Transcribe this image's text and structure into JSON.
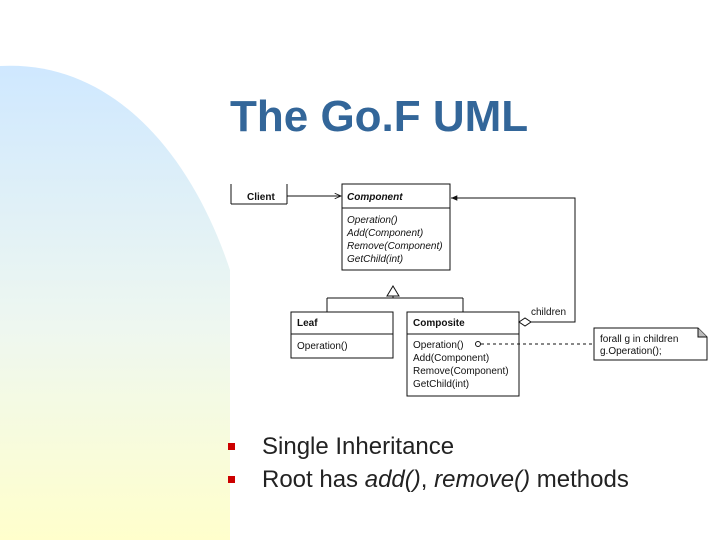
{
  "slide": {
    "title": "The Go.F UML"
  },
  "uml": {
    "client": {
      "name": "Client"
    },
    "component": {
      "name": "Component",
      "operations": [
        "Operation()",
        "Add(Component)",
        "Remove(Component)",
        "GetChild(int)"
      ]
    },
    "leaf": {
      "name": "Leaf",
      "operations": [
        "Operation()"
      ]
    },
    "composite": {
      "name": "Composite",
      "operations": [
        "Operation()",
        "Add(Component)",
        "Remove(Component)",
        "GetChild(int)"
      ]
    },
    "children_role": "children",
    "note": [
      "forall g in children",
      "g.Operation();"
    ]
  },
  "bullets": {
    "item1": "Single Inheritance",
    "item2_prefix": "Root has ",
    "item2_add": "add()",
    "item2_sep": ", ",
    "item2_remove": "remove()",
    "item2_suffix": " methods"
  },
  "colors": {
    "title": "#336699",
    "bullet": "#cc0000",
    "gradient_top": "#cfe8ff",
    "gradient_bottom": "#ffffcc"
  }
}
